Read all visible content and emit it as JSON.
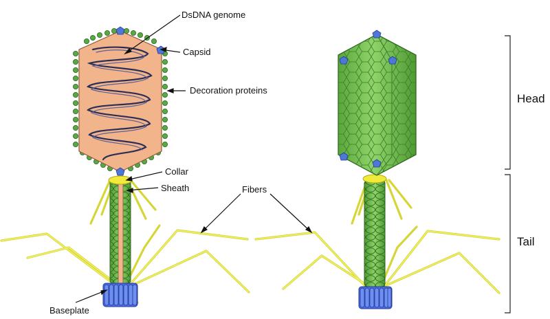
{
  "labels": {
    "dsdna": "DsDNA genome",
    "capsid": "Capsid",
    "decoration": "Decoration proteins",
    "collar": "Collar",
    "sheath": "Sheath",
    "fibers": "Fibers",
    "baseplate": "Baseplate",
    "head": "Head",
    "tail": "Tail"
  },
  "colors": {
    "capsid_fill": "#f2b48a",
    "decoration": "#58a845",
    "vertex": "#4d78d6",
    "dna": "#2b2e57",
    "head_green": "#78c457",
    "sheath_green": "#6dbb4a",
    "fiber_yellow": "#e6e64a",
    "baseplate_blue": "#4a6ee0"
  }
}
